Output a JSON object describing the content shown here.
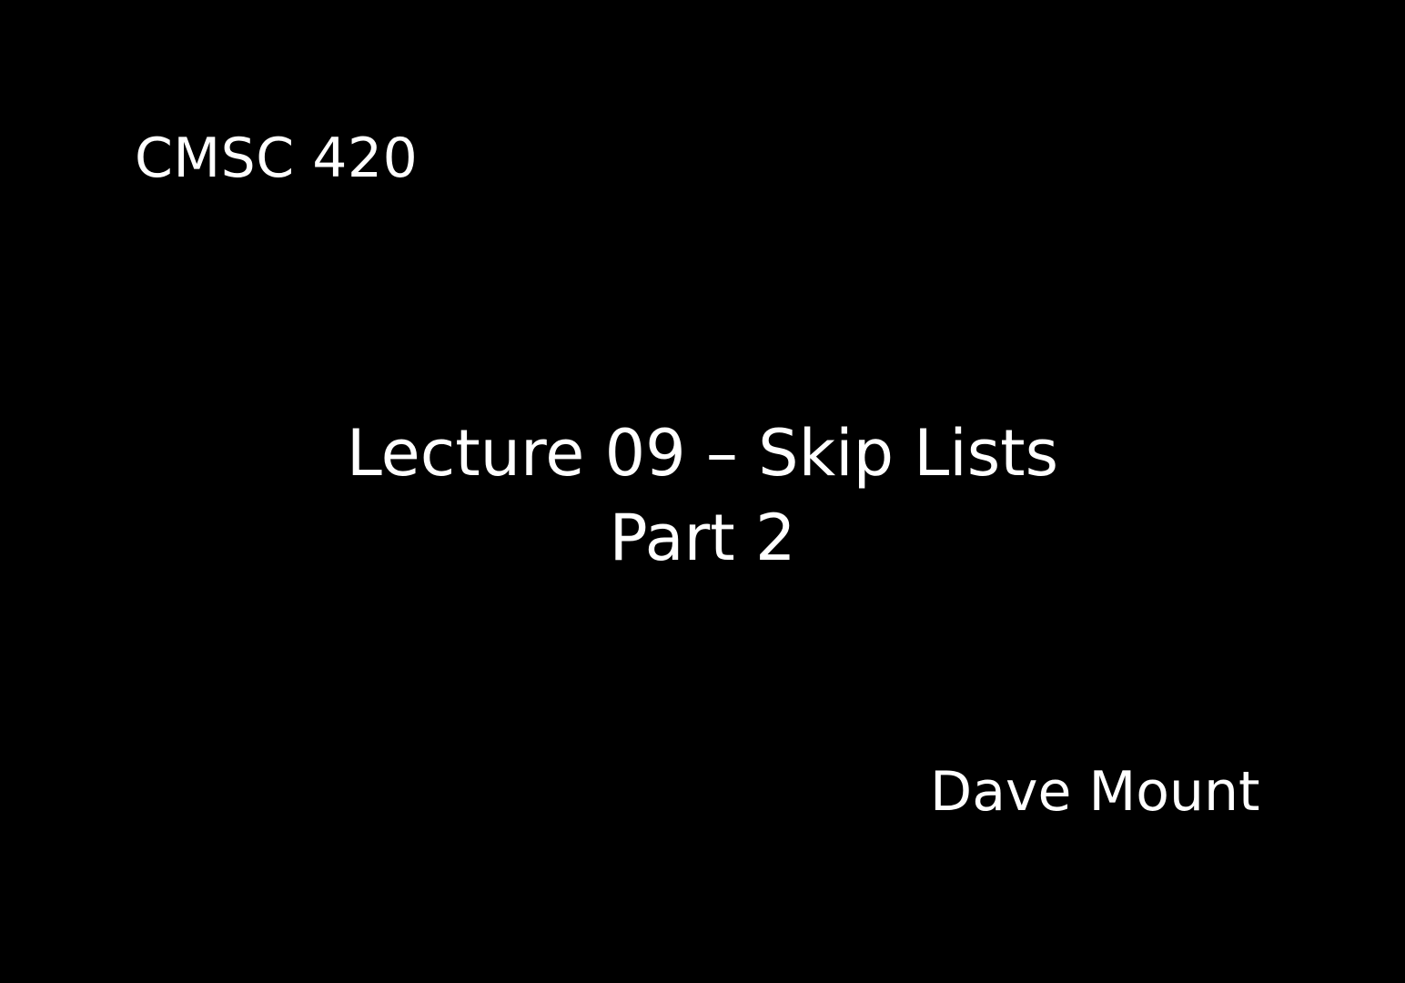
{
  "slide": {
    "course": "CMSC 420",
    "title_line_1": "Lecture 09 – Skip Lists",
    "title_line_2": "Part 2",
    "author": "Dave Mount",
    "background_color": "#000000",
    "text_color": "#ffffff"
  }
}
